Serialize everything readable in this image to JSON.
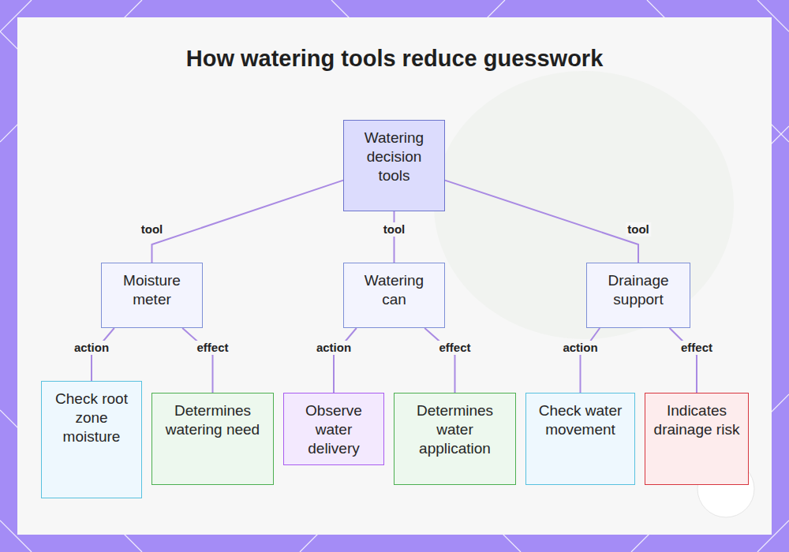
{
  "diagram": {
    "title": "How watering tools reduce guesswork",
    "nodes": [
      {
        "text": [
          "Watering decision tools"
        ]
      },
      {
        "text": [
          "Moisture meter"
        ]
      },
      {
        "text": [
          "Watering can"
        ]
      },
      {
        "text": [
          "Drainage support"
        ]
      },
      {
        "text": [
          "Check root zone moisture"
        ]
      },
      {
        "text": [
          "Determines watering need"
        ]
      },
      {
        "text": [
          "Observe water delivery"
        ]
      },
      {
        "text": [
          "Determines water application"
        ]
      },
      {
        "text": [
          "Check water movement"
        ]
      },
      {
        "text": [
          "Indicates drainage risk"
        ]
      }
    ],
    "edges": [
      {
        "from": 0,
        "to": 1,
        "label": "tool",
        "arrow": "none"
      },
      {
        "from": 0,
        "to": 2,
        "label": "tool",
        "arrow": "none"
      },
      {
        "from": 0,
        "to": 3,
        "label": "tool",
        "arrow": "none"
      },
      {
        "from": 1,
        "to": 4,
        "label": "action",
        "arrow": "none"
      },
      {
        "from": 1,
        "to": 5,
        "label": "effect",
        "arrow": "none"
      },
      {
        "from": 2,
        "to": 6,
        "label": "action",
        "arrow": "none"
      },
      {
        "from": 2,
        "to": 7,
        "label": "effect",
        "arrow": "none"
      },
      {
        "from": 3,
        "to": 8,
        "label": "action",
        "arrow": "none"
      },
      {
        "from": 3,
        "to": 9,
        "label": "effect",
        "arrow": "none"
      }
    ]
  }
}
